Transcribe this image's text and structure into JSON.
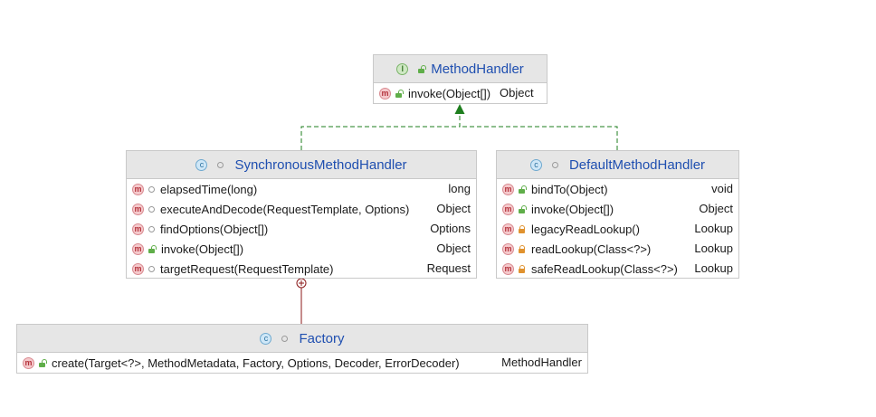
{
  "diagram": {
    "classes": {
      "method_handler": {
        "name": "MethodHandler",
        "kind": "interface",
        "members": [
          {
            "signature": "invoke(Object[])",
            "type": "Object",
            "visibility": "public"
          }
        ]
      },
      "synchronous_method_handler": {
        "name": "SynchronousMethodHandler",
        "kind": "class",
        "members": [
          {
            "signature": "elapsedTime(long)",
            "type": "long",
            "visibility": "package"
          },
          {
            "signature": "executeAndDecode(RequestTemplate, Options)",
            "type": "Object",
            "visibility": "package"
          },
          {
            "signature": "findOptions(Object[])",
            "type": "Options",
            "visibility": "package"
          },
          {
            "signature": "invoke(Object[])",
            "type": "Object",
            "visibility": "public"
          },
          {
            "signature": "targetRequest(RequestTemplate)",
            "type": "Request",
            "visibility": "package"
          }
        ]
      },
      "default_method_handler": {
        "name": "DefaultMethodHandler",
        "kind": "class",
        "members": [
          {
            "signature": "bindTo(Object)",
            "type": "void",
            "visibility": "public"
          },
          {
            "signature": "invoke(Object[])",
            "type": "Object",
            "visibility": "public"
          },
          {
            "signature": "legacyReadLookup()",
            "type": "Lookup",
            "visibility": "private"
          },
          {
            "signature": "readLookup(Class<?>)",
            "type": "Lookup",
            "visibility": "private"
          },
          {
            "signature": "safeReadLookup(Class<?>)",
            "type": "Lookup",
            "visibility": "private"
          }
        ]
      },
      "factory": {
        "name": "Factory",
        "kind": "class",
        "members": [
          {
            "signature": "create(Target<?>, MethodMetadata, Factory, Options, Decoder, ErrorDecoder)",
            "type": "MethodHandler",
            "visibility": "public"
          }
        ]
      }
    },
    "relations": [
      {
        "from": "SynchronousMethodHandler",
        "to": "MethodHandler",
        "type": "implements"
      },
      {
        "from": "DefaultMethodHandler",
        "to": "MethodHandler",
        "type": "implements"
      },
      {
        "from": "Factory",
        "to": "SynchronousMethodHandler",
        "type": "nested"
      }
    ],
    "colors": {
      "class_name": "#1f4fb0",
      "header_bg": "#e6e6e6",
      "border": "#c9c9c9",
      "realization_arrow": "#1e7e1e",
      "nesting_line": "#8b1a1a"
    },
    "icons": {
      "interface": "interface-i-icon",
      "class": "class-c-icon",
      "method": "method-m-icon",
      "public": "lock-open-icon",
      "private": "lock-closed-icon",
      "package": "package-private-dot-icon"
    }
  }
}
